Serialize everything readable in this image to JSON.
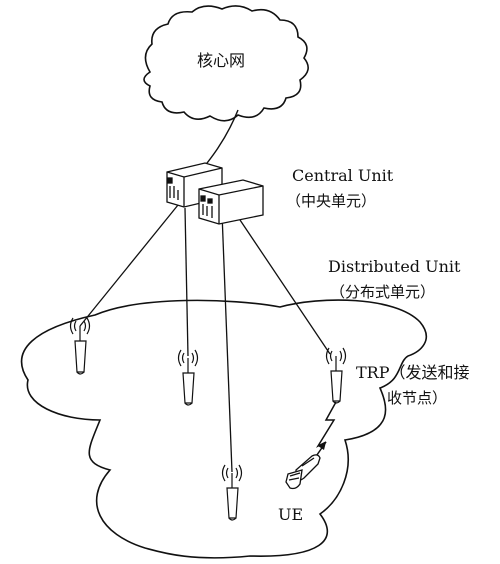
{
  "core_network": {
    "label": "核心网"
  },
  "central_unit": {
    "label_en": "Central Unit",
    "label_cn": "（中央单元）"
  },
  "distributed_unit": {
    "label_en": "Distributed Unit",
    "label_cn": "（分布式单元）"
  },
  "trp": {
    "label_line1": "TRP（发送和接",
    "label_line2": "收节点）"
  },
  "ue": {
    "label": "UE"
  },
  "colors": {
    "line": "#111111",
    "background": "#ffffff"
  }
}
